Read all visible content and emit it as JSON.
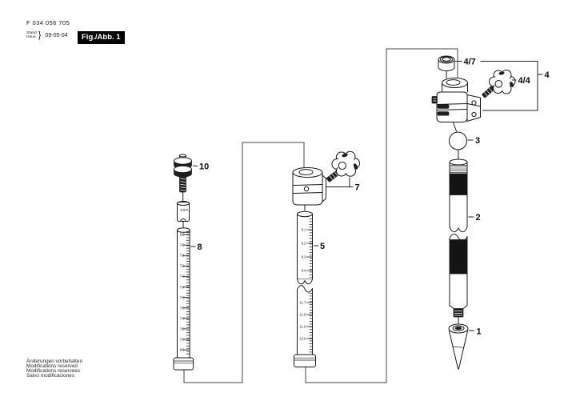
{
  "header": {
    "part_number": "F 034 056 705",
    "stand_label": "Stand",
    "issue_label": "Issue",
    "brace": "}",
    "date": "09-05-04",
    "figure_label": "Fig./Abb. 1"
  },
  "footer": {
    "line1": "Änderungen vorbehalten",
    "line2": "Modifications reserved",
    "line3": "Modifications reservees",
    "line4": "Salvo modificaciones"
  },
  "callouts": {
    "c1": "1",
    "c2": "2",
    "c3": "3",
    "c4": "4",
    "c4_4": "4/4",
    "c4_7": "4/7",
    "c5": "5",
    "c7": "7",
    "c8": "8",
    "c10": "10"
  },
  "rod8": {
    "adapter_mark": "6.8",
    "graduations": [
      "6.9",
      "7.0",
      "7.1",
      "7.2",
      "7.3",
      "7.4",
      "7.5",
      "7.6",
      "7.7",
      "7.8",
      "7.9",
      "8.0"
    ]
  },
  "rod5_upper": {
    "graduations": [
      "8.1",
      "8.2",
      "8.3",
      "8.4"
    ]
  },
  "rod5_lower": {
    "graduations": [
      "11.7",
      "11.8",
      "11.9",
      "12.0"
    ]
  },
  "colors": {
    "ink": "#1a1a1a",
    "frame_line": "#4a4a4a",
    "figure_box_bg": "#000000",
    "figure_box_text": "#ffffff",
    "background": "#ffffff"
  }
}
